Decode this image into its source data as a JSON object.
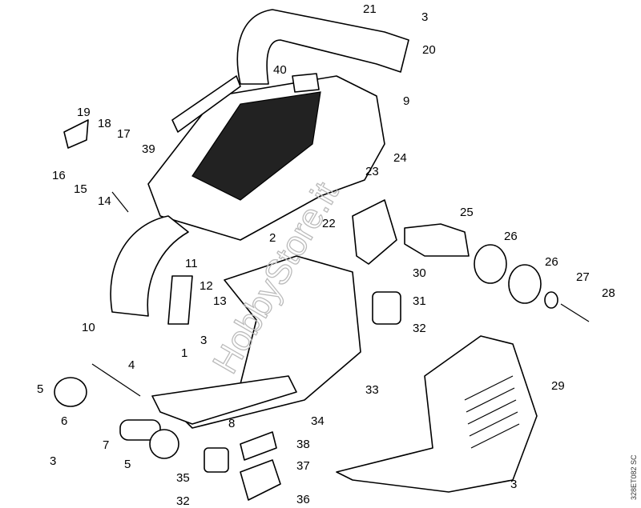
{
  "diagram": {
    "watermark": "HobbyStore.it",
    "drawing_code": "328ET082 SC",
    "labels": [
      "21",
      "3",
      "20",
      "40",
      "9",
      "19",
      "18",
      "17",
      "39",
      "24",
      "23",
      "16",
      "15",
      "14",
      "22",
      "25",
      "2",
      "26",
      "26",
      "11",
      "12",
      "30",
      "27",
      "28",
      "13",
      "31",
      "10",
      "3",
      "32",
      "1",
      "4",
      "33",
      "29",
      "5",
      "6",
      "8",
      "34",
      "38",
      "3",
      "7",
      "5",
      "35",
      "37",
      "32",
      "36",
      "3"
    ]
  }
}
